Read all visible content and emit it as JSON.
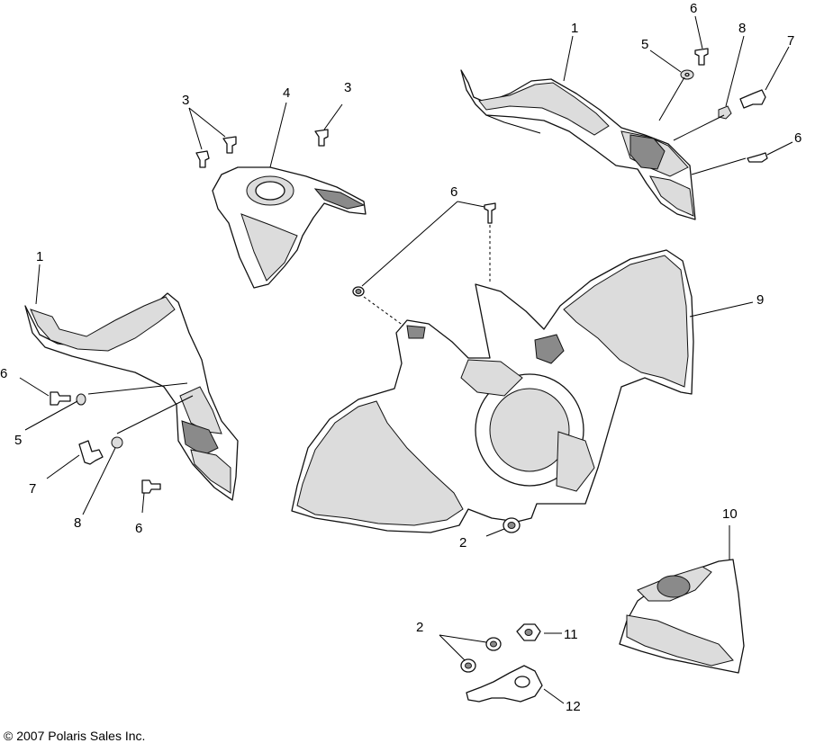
{
  "diagram": {
    "copyright": "© 2007 Polaris Sales Inc.",
    "callouts": {
      "c1_right": "1",
      "c6_top": "6",
      "c5_top": "5",
      "c8_top": "8",
      "c7_top": "7",
      "c6_right": "6",
      "c3_left": "3",
      "c4": "4",
      "c3_right": "3",
      "c6_center": "6",
      "c9": "9",
      "c1_left": "1",
      "c6_left": "6",
      "c5_left": "5",
      "c7_left": "7",
      "c8_left": "8",
      "c6_bottom": "6",
      "c2_center": "2",
      "c10": "10",
      "c2_bottom": "2",
      "c11": "11",
      "c12": "12"
    }
  }
}
